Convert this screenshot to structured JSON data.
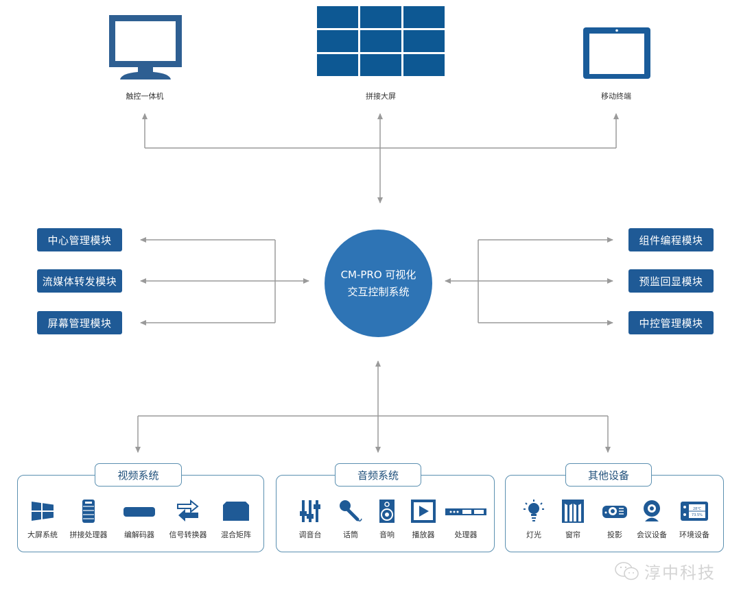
{
  "colors": {
    "primary": "#1f5a96",
    "hub": "#2e74b5",
    "connector": "#9a9a9a",
    "panel_border": "#5a8fb0"
  },
  "endpoints": [
    {
      "label": "触控一体机",
      "icon": "monitor-icon"
    },
    {
      "label": "拼接大屏",
      "icon": "video-wall-icon"
    },
    {
      "label": "移动终端",
      "icon": "tablet-icon"
    }
  ],
  "hub": {
    "line1": "CM-PRO 可视化",
    "line2": "交互控制系统"
  },
  "left_modules": [
    {
      "label": "中心管理模块"
    },
    {
      "label": "流媒体转发模块"
    },
    {
      "label": "屏幕管理模块"
    }
  ],
  "right_modules": [
    {
      "label": "组件编程模块"
    },
    {
      "label": "预监回显模块"
    },
    {
      "label": "中控管理模块"
    }
  ],
  "subsystems": [
    {
      "title": "视频系统",
      "items": [
        {
          "label": "大屏系统",
          "icon": "windows-grid-icon"
        },
        {
          "label": "拼接处理器",
          "icon": "server-rack-icon"
        },
        {
          "label": "编解码器",
          "icon": "codec-box-icon"
        },
        {
          "label": "信号转换器",
          "icon": "swap-arrows-icon"
        },
        {
          "label": "混合矩阵",
          "icon": "matrix-box-icon"
        }
      ]
    },
    {
      "title": "音频系统",
      "items": [
        {
          "label": "调音台",
          "icon": "mixer-sliders-icon"
        },
        {
          "label": "话筒",
          "icon": "microphone-icon"
        },
        {
          "label": "音响",
          "icon": "speaker-icon"
        },
        {
          "label": "播放器",
          "icon": "play-icon"
        },
        {
          "label": "处理器",
          "icon": "audio-processor-icon"
        }
      ]
    },
    {
      "title": "其他设备",
      "items": [
        {
          "label": "灯光",
          "icon": "light-bulb-icon"
        },
        {
          "label": "窗帘",
          "icon": "curtain-icon"
        },
        {
          "label": "投影",
          "icon": "projector-icon"
        },
        {
          "label": "会议设备",
          "icon": "webcam-icon"
        },
        {
          "label": "环境设备",
          "icon": "environment-sensor-icon"
        }
      ]
    }
  ],
  "env_display": {
    "temp": "28℃",
    "humidity": "73.5%"
  },
  "watermark": {
    "text": "淳中科技",
    "icon": "wechat-icon"
  }
}
